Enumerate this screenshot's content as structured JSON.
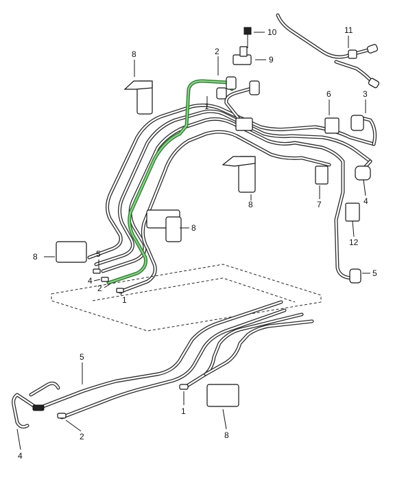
{
  "diagram": {
    "highlight_color": "#2f7d2f",
    "callouts": [
      {
        "id": "c-10",
        "label": "10"
      },
      {
        "id": "c-11",
        "label": "11"
      },
      {
        "id": "c-2-top",
        "label": "2"
      },
      {
        "id": "c-9",
        "label": "9"
      },
      {
        "id": "c-8-a",
        "label": "8"
      },
      {
        "id": "c-1-top",
        "label": "1"
      },
      {
        "id": "c-6",
        "label": "6"
      },
      {
        "id": "c-3",
        "label": "3"
      },
      {
        "id": "c-8-b",
        "label": "8"
      },
      {
        "id": "c-7",
        "label": "7"
      },
      {
        "id": "c-4-right",
        "label": "4"
      },
      {
        "id": "c-8-c",
        "label": "8"
      },
      {
        "id": "c-12",
        "label": "12"
      },
      {
        "id": "c-8-d",
        "label": "8"
      },
      {
        "id": "c-5-a",
        "label": "5"
      },
      {
        "id": "c-4-a",
        "label": "4"
      },
      {
        "id": "c-2-a",
        "label": "2"
      },
      {
        "id": "c-1-a",
        "label": "1"
      },
      {
        "id": "c-5-right",
        "label": "5"
      },
      {
        "id": "c-5-b",
        "label": "5"
      },
      {
        "id": "c-1-b",
        "label": "1"
      },
      {
        "id": "c-8-e",
        "label": "8"
      },
      {
        "id": "c-2-b",
        "label": "2"
      },
      {
        "id": "c-4-b",
        "label": "4"
      }
    ]
  }
}
